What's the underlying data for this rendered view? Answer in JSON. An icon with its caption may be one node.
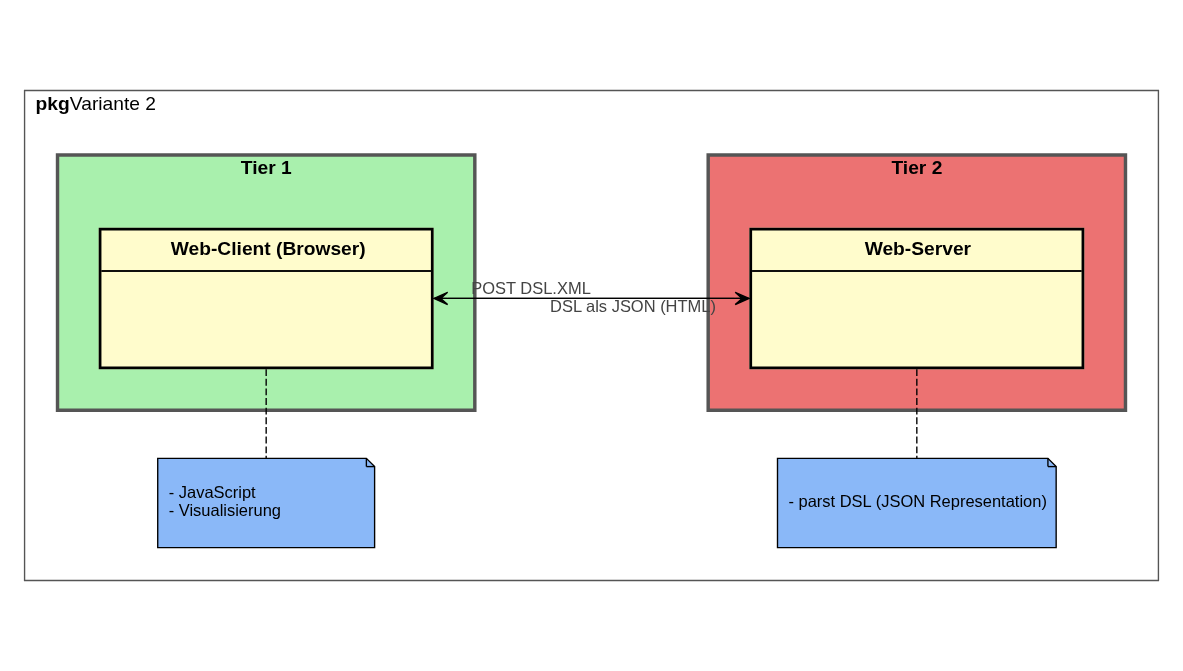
{
  "diagram": {
    "nodes": [
      {
        "text": [
          "pkg",
          "Variante 2"
        ]
      },
      {
        "text": [
          "Tier 1"
        ],
        "in": 0
      },
      {
        "text": [
          "Web-Client (Browser)"
        ],
        "in": 1
      },
      {
        "text": [
          "Tier 2"
        ],
        "in": 0
      },
      {
        "text": [
          "Web-Server"
        ],
        "in": 3
      },
      {
        "text": [
          "- JavaScript",
          "- Visualisierung"
        ],
        "in": 0
      },
      {
        "text": [
          "- parst DSL (JSON Representation)"
        ],
        "in": 0
      }
    ],
    "edges": [
      {
        "from": 4,
        "to": 2,
        "arrow": "to",
        "label": "DSL als JSON (HTML)"
      },
      {
        "from": 2,
        "to": 4,
        "arrow": "to",
        "label": "POST DSL.XML"
      },
      {
        "from": 5,
        "to": 2,
        "arrow": "none",
        "style": "dashed"
      },
      {
        "from": 6,
        "to": 4,
        "arrow": "none",
        "style": "dashed"
      }
    ]
  }
}
